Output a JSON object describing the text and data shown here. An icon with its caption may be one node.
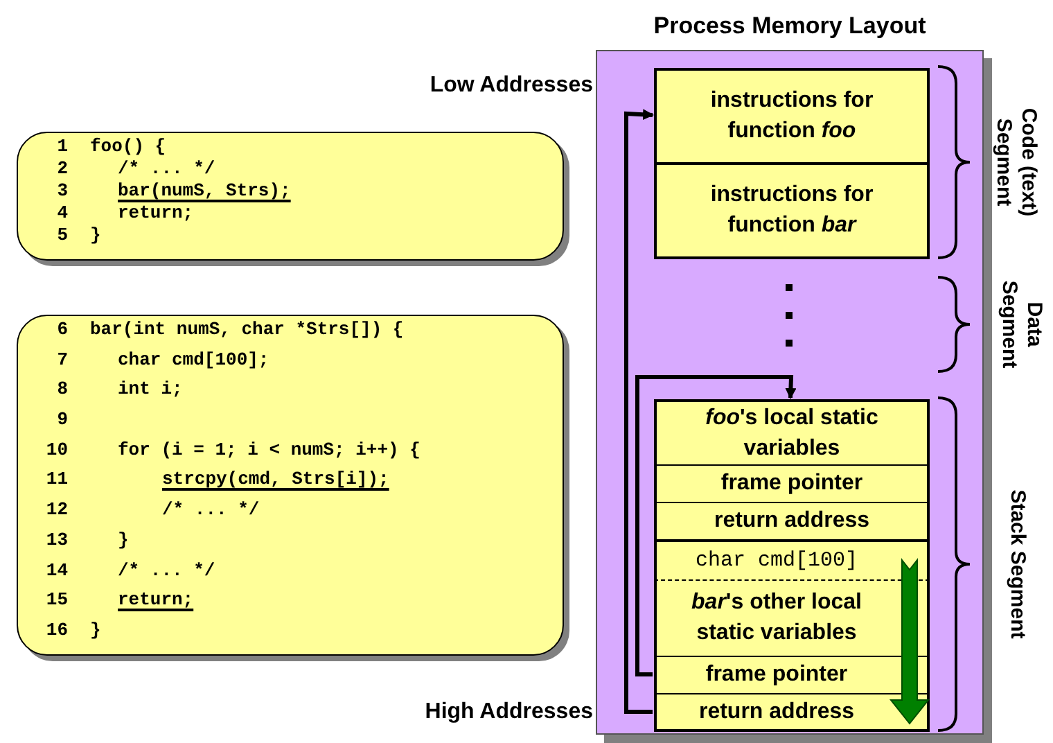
{
  "diagram": {
    "nodes": [
      {
        "text": [
          "Process Memory Layout"
        ]
      },
      {
        "text": [
          "instructions for function *foo*"
        ],
        "in": 0
      },
      {
        "text": [
          "instructions for function *bar*"
        ],
        "in": 0
      },
      {
        "text": [
          "*foo*'s local static variables"
        ],
        "in": 0
      },
      {
        "text": [
          "frame pointer"
        ],
        "in": 0
      },
      {
        "text": [
          "return address"
        ],
        "in": 0
      },
      {
        "text": [
          "char cmd[100]"
        ],
        "in": 0
      },
      {
        "text": [
          "*bar*'s other local static variables"
        ],
        "in": 0
      },
      {
        "text": [
          "frame pointer"
        ],
        "in": 0
      },
      {
        "text": [
          "return address"
        ],
        "in": 0
      },
      {
        "text": [
          "1 foo() {",
          "2 /* ... */",
          "3 bar(numS, Strs);",
          "4 return;",
          "5 }"
        ]
      },
      {
        "text": [
          "6 bar(int numS, char *Strs[]) {",
          "7 char cmd[100];",
          "8 int i;",
          "9",
          "10 for (i = 1; i < numS; i++) {",
          "11 strcpy(cmd, Strs[i]);",
          "12 /* ... */",
          "13 }",
          "14 /* ... */",
          "15 return;",
          "16 }"
        ]
      }
    ],
    "edges": [
      {
        "from": 9,
        "to": 1,
        "arrow": "to"
      },
      {
        "from": 8,
        "to": 3,
        "arrow": "to"
      }
    ],
    "labels": [
      "Low Addresses",
      "High Addresses",
      "Code (text) Segment",
      "Data Segment",
      "Stack Segment"
    ]
  }
}
